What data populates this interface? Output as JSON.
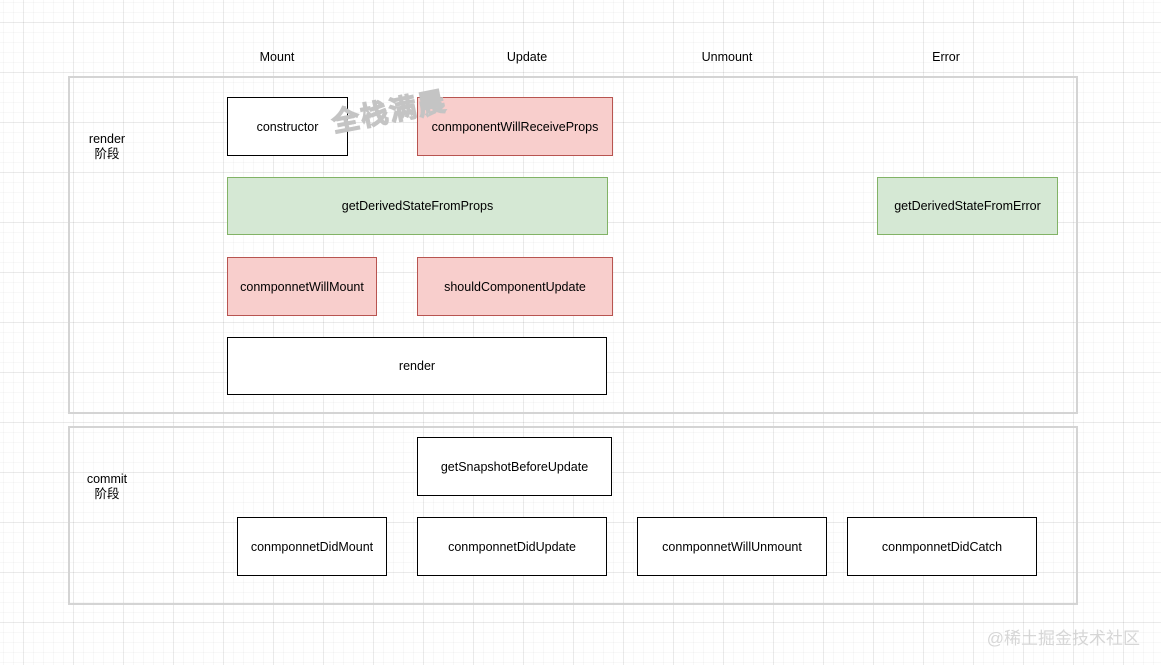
{
  "columns": [
    {
      "label": "Mount"
    },
    {
      "label": "Update"
    },
    {
      "label": "Unmount"
    },
    {
      "label": "Error"
    }
  ],
  "phases": {
    "render": {
      "label": "render\n阶段"
    },
    "commit": {
      "label": "commit\n阶段"
    }
  },
  "nodes": {
    "constructor": {
      "label": "constructor"
    },
    "componentWillReceiveProps": {
      "label": "conmponentWillReceiveProps"
    },
    "getDerivedStateFromProps": {
      "label": "getDerivedStateFromProps"
    },
    "getDerivedStateFromError": {
      "label": "getDerivedStateFromError"
    },
    "componentWillMount": {
      "label": "conmponnetWillMount"
    },
    "shouldComponentUpdate": {
      "label": "shouldComponentUpdate"
    },
    "render": {
      "label": "render"
    },
    "getSnapshotBeforeUpdate": {
      "label": "getSnapshotBeforeUpdate"
    },
    "componentDidMount": {
      "label": "conmponnetDidMount"
    },
    "componentDidUpdate": {
      "label": "conmponnetDidUpdate"
    },
    "componentWillUnmount": {
      "label": "conmponnetWillUnmount"
    },
    "componentDidCatch": {
      "label": "conmponnetDidCatch"
    }
  },
  "watermarks": {
    "center": "全栈满晨",
    "corner": "@稀土掘金技术社区"
  },
  "colors": {
    "pink_fill": "#f8cecc",
    "pink_border": "#b85450",
    "green_fill": "#d5e8d4",
    "green_border": "#82b366",
    "white_border": "#000000",
    "container_border": "#d4d4d4"
  }
}
